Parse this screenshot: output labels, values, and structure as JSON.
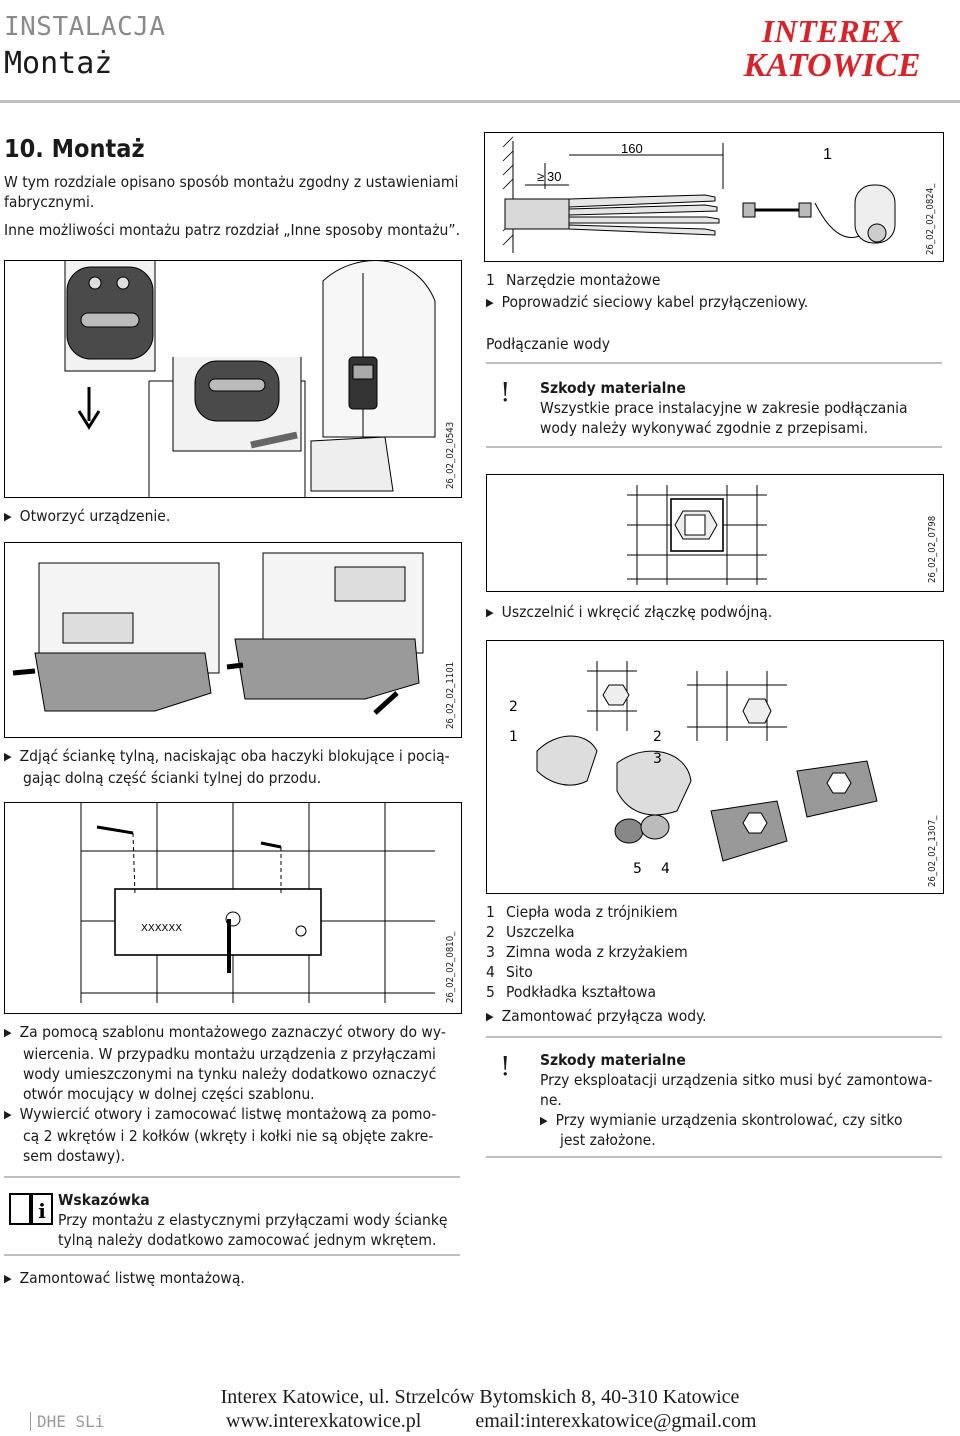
{
  "header": {
    "section": "INSTALACJA",
    "title": "Montaż",
    "logo_line1": "INTEREX",
    "logo_line2": "KATOWICE",
    "logo_color": "#d8232a"
  },
  "chapter": {
    "title": "10.  Montaż",
    "intro": "W tym rozdziale opisano sposób montażu zgodny z ustawieniami fabrycznymi.",
    "intro2": "Inne możliwości montażu patrz rozdział „Inne sposoby montażu”."
  },
  "figures": {
    "f0824": {
      "code": "26_02_02_0824_",
      "dim1": "160",
      "dim2": "30",
      "label": "1",
      "ge": "≥"
    },
    "f0543": {
      "code": "26_02_02_0543"
    },
    "f0798": {
      "code": "26_02_02_0798"
    },
    "f1101": {
      "code": "26_02_02_1101"
    },
    "f1307": {
      "code": "26_02_02_1307_",
      "labels": [
        "2",
        "1",
        "2",
        "3",
        "5",
        "4"
      ]
    },
    "f0810": {
      "code": "26_02_02_0810_",
      "plate_text": "XXXXXX"
    }
  },
  "right": {
    "legend1": {
      "num": "1",
      "text": "Narzędzie montażowe"
    },
    "step_cable": "Poprowadzić sieciowy kabel przyłączeniowy.",
    "water_heading": "Podłączanie wody",
    "warn1": {
      "icon": "!",
      "title": "Szkody materialne",
      "line1": "Wszystkie prace instalacyjne w zakresie podłączania",
      "line2": "wody należy wykonywać zgodnie z przepisami."
    },
    "step_seal": "Uszczelnić i wkręcić złączkę podwójną.",
    "legend2": [
      {
        "num": "1",
        "text": "Ciepła woda z trójnikiem"
      },
      {
        "num": "2",
        "text": "Uszczelka"
      },
      {
        "num": "3",
        "text": "Zimna woda z krzyżakiem"
      },
      {
        "num": "4",
        "text": "Sito"
      },
      {
        "num": "5",
        "text": "Podkładka kształtowa"
      }
    ],
    "step_water": "Zamontować przyłącza wody.",
    "warn2": {
      "icon": "!",
      "title": "Szkody materialne",
      "line1": "Przy eksploatacji urządzenia sitko musi być zamontowa-",
      "line2": "ne.",
      "sub1": "Przy wymianie urządzenia skontrolować, czy sitko",
      "sub2": "jest założone."
    }
  },
  "left": {
    "step_open": "Otworzyć urządzenie.",
    "step_back1": "Zdjąć ściankę tylną, naciskając oba haczyki blokujące i pocią-",
    "step_back2": "gając dolną część ścianki tylnej do przodu.",
    "step_mark": [
      "Za pomocą szablonu montażowego zaznaczyć otwory do wy-",
      "wiercenia. W przypadku montażu urządzenia z przyłączami",
      "wody umieszczonymi na tynku należy dodatkowo oznaczyć",
      "otwór mocujący w dolnej części szablonu."
    ],
    "step_drill": [
      "Wywiercić otwory i zamocować listwę montażową za pomo-",
      "cą 2 wkrętów i 2 kołków (wkręty i kołki nie są objęte zakre-",
      "sem dostawy)."
    ],
    "note": {
      "title": "Wskazówka",
      "line1": "Przy montażu z elastycznymi przyłączami wody ściankę",
      "line2": "tylną należy dodatkowo zamocować jednym wkrętem."
    },
    "step_strip": "Zamontować listwę montażową."
  },
  "footer": {
    "address": "Interex Katowice, ul. Strzelców Bytomskich 8, 40-310 Katowice",
    "web": "www.interexkatowice.pl",
    "email": "email:interexkatowice@gmail.com",
    "brand": "DHE SLi"
  }
}
